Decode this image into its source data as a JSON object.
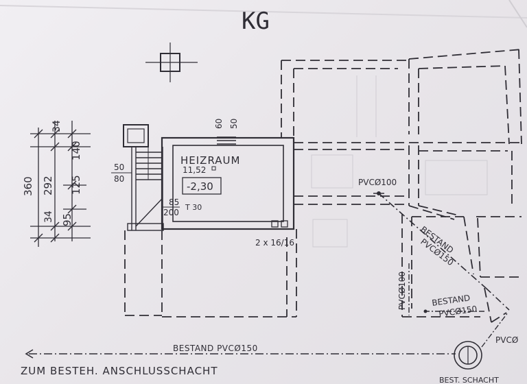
{
  "title": "KG",
  "room": {
    "name": "HEIZRAUM",
    "area": "11,52",
    "level": "-2,30"
  },
  "dimensions": {
    "overall": "360",
    "left_col": [
      "34",
      "292",
      "34"
    ],
    "right_col": [
      "34",
      "140",
      "125",
      "95"
    ],
    "vent": [
      "60",
      "50"
    ],
    "window": [
      "50",
      "80"
    ],
    "door": [
      "85",
      "200"
    ],
    "door_rating": "T 30"
  },
  "vents": "2 x 16/16",
  "pipes": {
    "pvc100_a": "PVCØ100",
    "pvc100_b": "PVCØ100",
    "bestand_1": "BESTAND",
    "pvc150_1": "PVCØ150",
    "bestand_2": "BESTAND",
    "pvc150_2": "PVCØ150",
    "bestand_3": "BESTAND  PVCØ150",
    "pvc_right": "PVCØ"
  },
  "footer": {
    "text": "ZUM BESTEH. ANSCHLUSSCHACHT",
    "bottom_right": "BEST. SCHACHT"
  }
}
